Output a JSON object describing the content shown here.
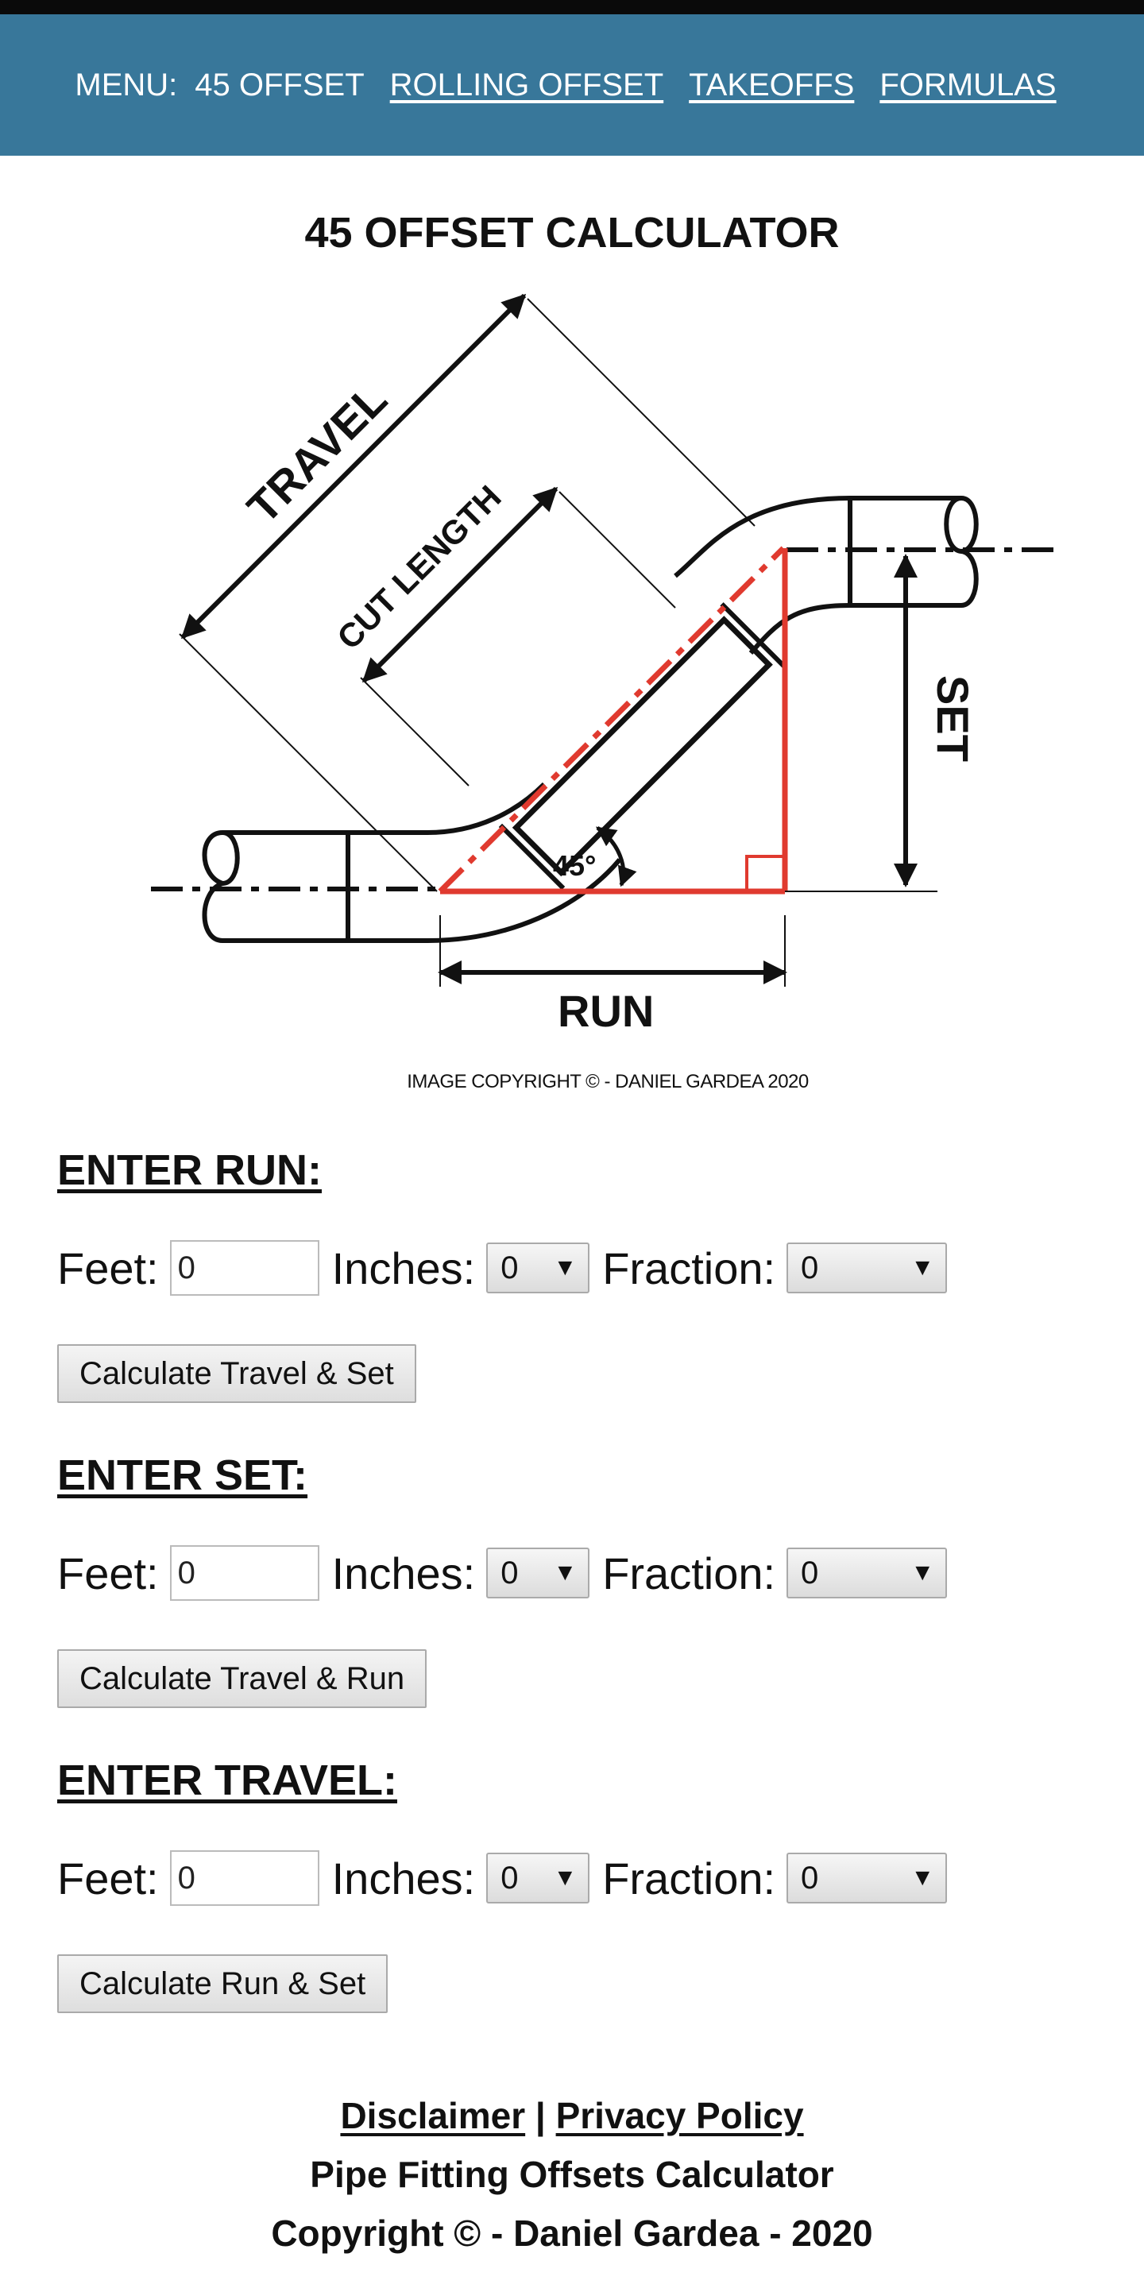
{
  "nav": {
    "menu_label": "MENU:",
    "current": "45 OFFSET",
    "links": [
      "ROLLING OFFSET",
      "TAKEOFFS",
      "FORMULAS"
    ]
  },
  "page_title": "45 OFFSET CALCULATOR",
  "diagram": {
    "labels": {
      "travel": "TRAVEL",
      "cut_length": "CUT LENGTH",
      "set": "SET",
      "run": "RUN",
      "angle": "45°"
    },
    "copyright": "IMAGE COPYRIGHT © - DANIEL GARDEA 2020"
  },
  "sections": [
    {
      "title": "ENTER RUN:",
      "feet_label": "Feet:",
      "feet_value": "0",
      "inches_label": "Inches:",
      "inches_value": "0",
      "fraction_label": "Fraction:",
      "fraction_value": "0",
      "button": "Calculate Travel & Set"
    },
    {
      "title": "ENTER SET:",
      "feet_label": "Feet:",
      "feet_value": "0",
      "inches_label": "Inches:",
      "inches_value": "0",
      "fraction_label": "Fraction:",
      "fraction_value": "0",
      "button": "Calculate Travel & Run"
    },
    {
      "title": "ENTER TRAVEL:",
      "feet_label": "Feet:",
      "feet_value": "0",
      "inches_label": "Inches:",
      "inches_value": "0",
      "fraction_label": "Fraction:",
      "fraction_value": "0",
      "button": "Calculate Run & Set"
    }
  ],
  "footer": {
    "disclaimer": "Disclaimer",
    "separator": "|",
    "privacy": "Privacy Policy",
    "site_name": "Pipe Fitting Offsets Calculator",
    "copyright": "Copyright © - Daniel Gardea - 2020"
  },
  "colors": {
    "nav_bg": "#38779a",
    "accent_red": "#e03a2f"
  },
  "icons": {
    "dropdown": "triangle-down-icon"
  }
}
